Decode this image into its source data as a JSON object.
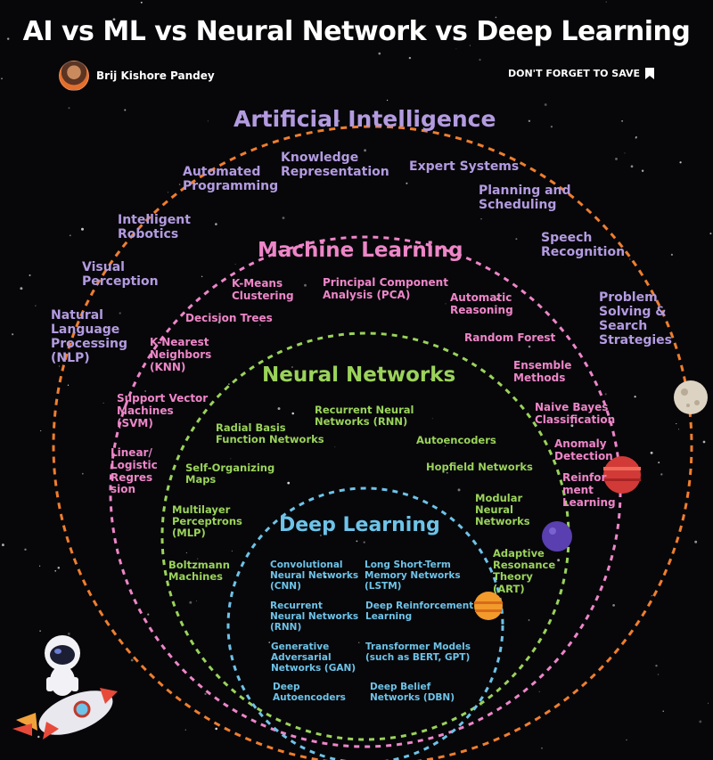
{
  "header": {
    "title": "AI vs ML vs Neural Network vs Deep Learning",
    "author": "Brij Kishore Pandey",
    "save_text": "DON'T FORGET TO SAVE"
  },
  "circles": {
    "ai": {
      "title": "Artificial Intelligence",
      "color": "#f07e2e",
      "items": [
        "Knowledge\nRepresentation",
        "Automated\nProgramming",
        "Expert Systems",
        "Planning and\nScheduling",
        "Intelligent\nRobotics",
        "Speech\nRecognition",
        "Visual\nPerception",
        "Problem\nSolving &\nSearch\nStrategies",
        "Natural\nLanguage\nProcessing\n(NLP)"
      ]
    },
    "ml": {
      "title": "Machine Learning",
      "color": "#ee86c8",
      "items": [
        "K-Means\nClustering",
        "Principal Component\nAnalysis (PCA)",
        "Automatic\nReasoning",
        "Decision Trees",
        "K-Nearest\nNeighbors\n(KNN)",
        "Random Forest",
        "Ensemble\nMethods",
        "Support Vector\nMachines\n(SVM)",
        "Naive Bayes\nClassification",
        "Linear/\nLogistic\nRegres\nsion",
        "Anomaly\nDetection",
        "Reinfor\nment\nLearning"
      ]
    },
    "nn": {
      "title": "Neural Networks",
      "color": "#9bd35a",
      "items": [
        "Recurrent Neural\nNetworks (RNN)",
        "Radial Basis\nFunction Networks",
        "Autoencoders",
        "Self-Organizing\nMaps",
        "Hopfield Networks",
        "Multilayer\nPerceptrons\n(MLP)",
        "Modular\nNeural\nNetworks",
        "Boltzmann\nMachines",
        "Adaptive\nResonance\nTheory\n(ART)"
      ]
    },
    "dl": {
      "title": "Deep Learning",
      "color": "#6ec3e8",
      "items": [
        "Convolutional\nNeural Networks\n(CNN)",
        "Long Short-Term\nMemory Networks\n(LSTM)",
        "Recurrent\nNeural Networks\n(RNN)",
        "Deep Reinforcement\nLearning",
        "Generative\nAdversarial\nNetworks (GAN)",
        "Transformer Models\n(such as BERT, GPT)",
        "Deep\nAutoencoders",
        "Deep Belief\nNetworks (DBN)"
      ]
    }
  }
}
